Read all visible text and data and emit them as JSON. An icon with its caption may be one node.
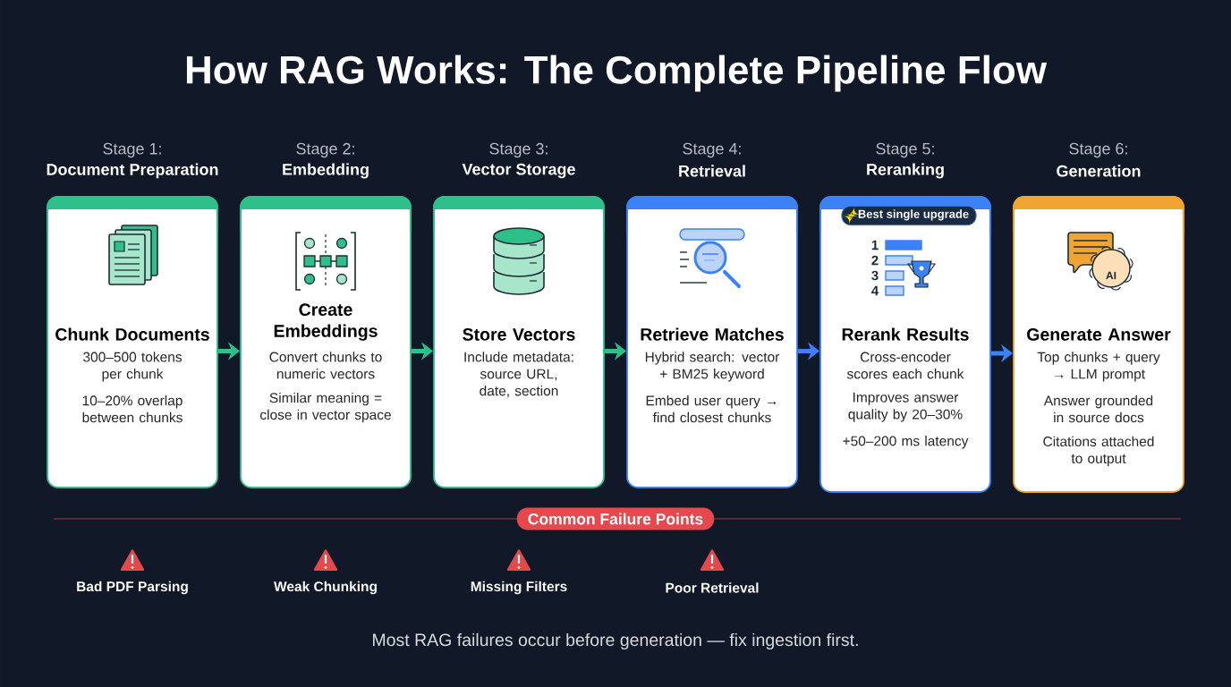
{
  "diagram": {
    "title": "How RAG Works: The Complete Pipeline Flow",
    "caption": "Most RAG failures occur before generation — fix ingestion first.",
    "nodes": [
      {
        "text": [
          "Stage 1:",
          "Document Preparation",
          "Chunk Documents",
          "300–500 tokens per chunk",
          "10–20% overlap between chunks"
        ]
      },
      {
        "text": [
          "Stage 2:",
          "Embedding",
          "Create Embeddings",
          "Convert chunks to numeric vectors",
          "Similar meaning = close in vector space"
        ]
      },
      {
        "text": [
          "Stage 3:",
          "Vector Storage",
          "Store Vectors",
          "Include metadata: source URL, date, section"
        ]
      },
      {
        "text": [
          "Stage 4:",
          "Retrieval",
          "Retrieve Matches",
          "Hybrid search: vector + BM25 keyword",
          "Embed user query → find closest chunks"
        ]
      },
      {
        "text": [
          "Stage 5:",
          "Reranking",
          "Rerank Results",
          "Cross-encoder scores each chunk",
          "Improves answer quality by 20–30%",
          "+50–200 ms latency"
        ]
      },
      {
        "text": [
          "Stage 6:",
          "Generation",
          "Generate Answer",
          "Top chunks + query → LLM prompt",
          "Answer grounded in source docs",
          "Citations attached to output"
        ]
      },
      {
        "text": [
          "Best single upgrade"
        ],
        "in": 4
      },
      {
        "text": [
          "Common Failure Points"
        ]
      }
    ],
    "edges": [
      {
        "from": 0,
        "to": 1,
        "arrow": "to"
      },
      {
        "from": 1,
        "to": 2,
        "arrow": "to"
      },
      {
        "from": 2,
        "to": 3,
        "arrow": "to"
      },
      {
        "from": 3,
        "to": 4,
        "arrow": "to",
        "color": "#3b82f6"
      },
      {
        "from": 4,
        "to": 5,
        "arrow": "to",
        "color": "#3b82f6"
      }
    ],
    "labels": [
      "1",
      "2",
      "3",
      "4",
      "AI",
      "Bad PDF Parsing",
      "Weak Chunking",
      "Missing Filters",
      "Poor Retrieval"
    ]
  }
}
